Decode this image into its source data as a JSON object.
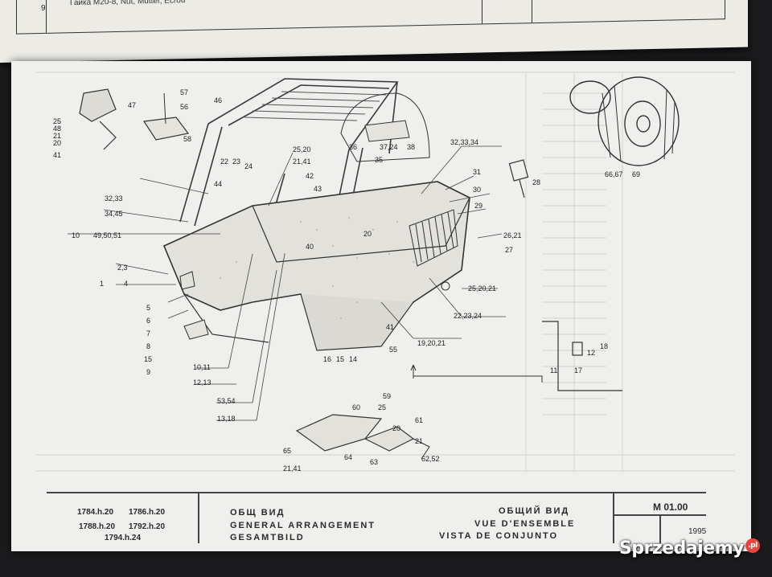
{
  "previous_page": {
    "row_number": "9",
    "row_text": "Гайка M20-8, Nut, Mutter, Ecrou"
  },
  "title_block": {
    "models": [
      "1784.h.20",
      "1786.h.20",
      "1788.h.20",
      "1792.h.20",
      "1794.h.24"
    ],
    "title_bg": "ОБЩ ВИД",
    "title_en": "GENERAL ARRANGEMENT",
    "title_de": "GESAMTBILD",
    "title_ru": "ОБЩИЙ ВИД",
    "title_fr": "VUE D'ENSEMBLE",
    "title_es": "VISTA DE CONJUNTO",
    "sheet_code": "M 01.00",
    "year": "1995"
  },
  "callouts": [
    "57",
    "56",
    "58",
    "47",
    "25",
    "48",
    "21",
    "20",
    "41",
    "46",
    "22",
    "23",
    "24",
    "44",
    "42",
    "43",
    "25,20",
    "21,41",
    "32,33",
    "34,45",
    "10",
    "49,50,51",
    "2,3",
    "1",
    "4",
    "5",
    "6",
    "7",
    "8",
    "15",
    "9",
    "36",
    "37,24",
    "38",
    "35",
    "32,33,34",
    "31",
    "30",
    "29",
    "28",
    "26,21",
    "27",
    "20",
    "40",
    "25,20,21",
    "22,23,24",
    "41",
    "55",
    "19,20,21",
    "16",
    "15",
    "14",
    "10,11",
    "12,13",
    "53,54",
    "13,18",
    "59",
    "60",
    "25",
    "61",
    "20",
    "21",
    "65",
    "64",
    "63",
    "62,52",
    "21,41",
    "11",
    "17",
    "12",
    "18",
    "66,67",
    "69"
  ],
  "watermark": {
    "brand": "Sprzedajemy",
    "tld": ".pl"
  },
  "colors": {
    "page": "#efefed",
    "ink": "#2a2a2a",
    "background": "#1b1a1c",
    "watermark_badge": "#e8453c"
  }
}
